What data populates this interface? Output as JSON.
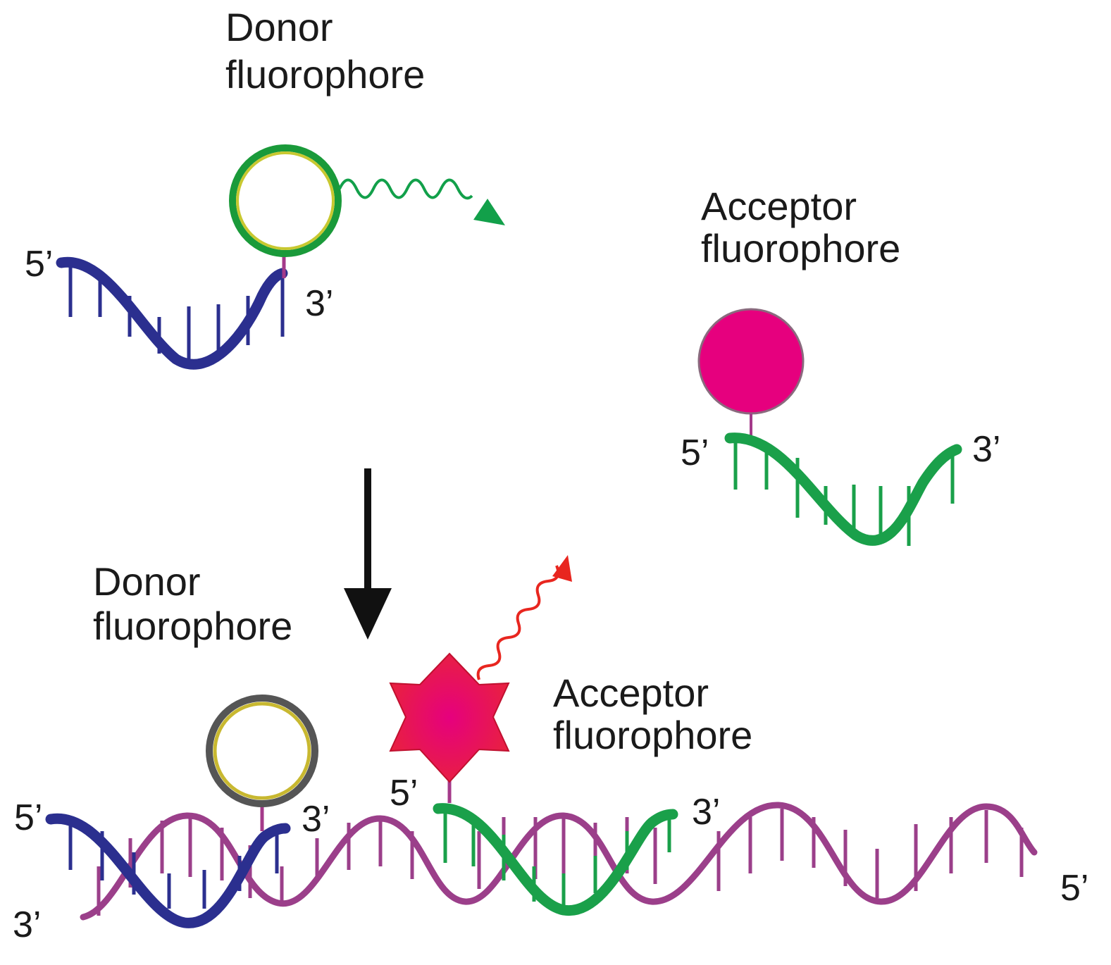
{
  "labels": {
    "donor_top": [
      "Donor",
      "fluorophore"
    ],
    "acceptor_top": [
      "Acceptor",
      "fluorophore"
    ],
    "donor_bottom": [
      "Donor",
      "fluorophore"
    ],
    "acceptor_bottom": [
      "Acceptor",
      "fluorophore"
    ]
  },
  "strand_ends": {
    "donor_probe_5": "5’",
    "donor_probe_3": "3’",
    "acceptor_probe_5": "5’",
    "acceptor_probe_3": "3’",
    "hybrid_donor_5": "5’",
    "hybrid_donor_3": "3’",
    "hybrid_acceptor_5": "5’",
    "hybrid_acceptor_3": "3’",
    "target_3": "3’",
    "target_5": "5’"
  },
  "colors": {
    "donor_strand": "#2b2f8f",
    "acceptor_strand": "#1aa04a",
    "target_strand": "#9b3f8a",
    "donor_emission": "#12a04a",
    "acceptor_fluorophore": "#e6007e",
    "acceptor_emission": "#e8261f",
    "process_arrow": "#111111"
  },
  "icons": {
    "donor_fluorophore_free": "ring-icon",
    "acceptor_fluorophore_free": "filled-circle-icon",
    "donor_fluorophore_bound": "ring-icon",
    "acceptor_fluorophore_bound": "star-icon"
  }
}
